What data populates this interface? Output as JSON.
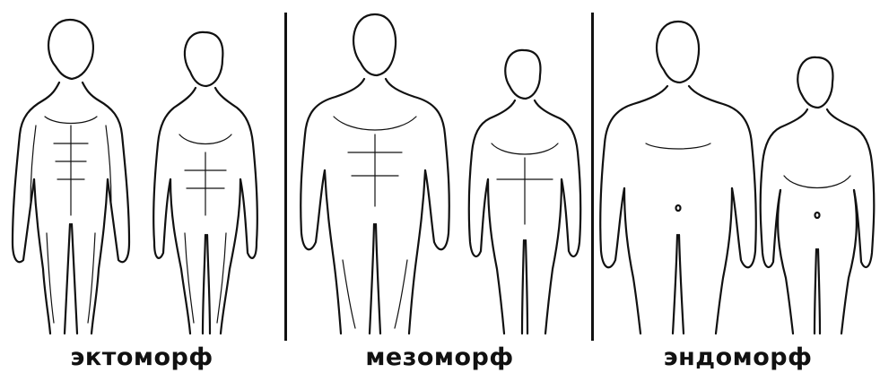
{
  "panels": [
    {
      "label": "эктоморф"
    },
    {
      "label": "мезоморф"
    },
    {
      "label": "эндоморф"
    }
  ],
  "colors": {
    "ink": "#111111",
    "background": "#ffffff"
  }
}
